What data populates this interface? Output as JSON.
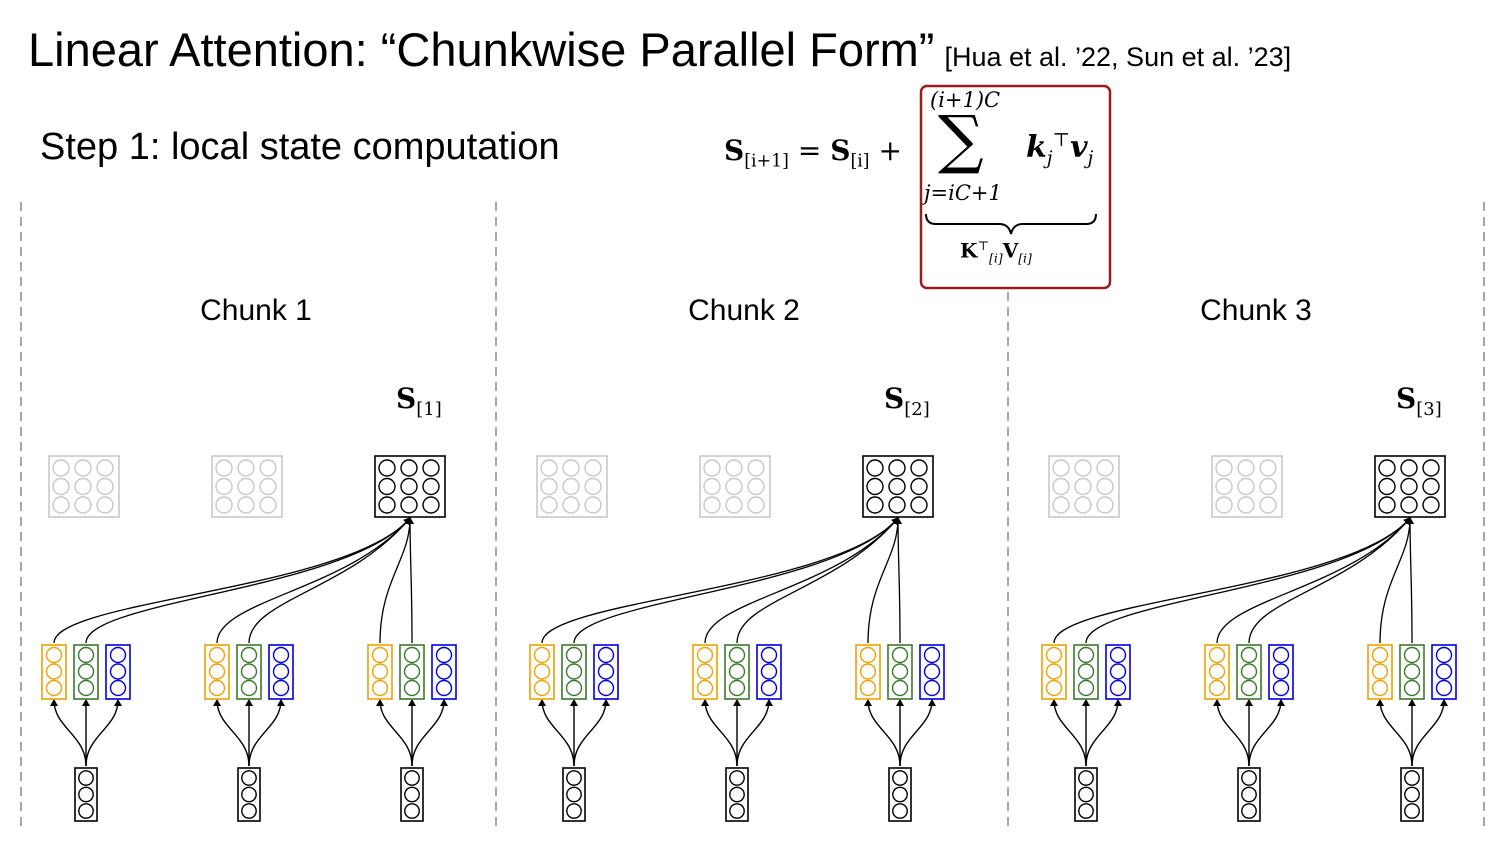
{
  "title": {
    "main": "Linear Attention: “Chunkwise Parallel Form”",
    "citation": "[Hua et al. ’22, Sun et al. ’23]"
  },
  "subtitle": "Step 1: local state computation",
  "equation": {
    "lhs_symbol": "S",
    "lhs_index": "[i+1]",
    "equals": "=",
    "rhs_symbol": "S",
    "rhs_index": "[i]",
    "plus": "+",
    "sum_upper": "(i+1)C",
    "sum_sign": "∑",
    "sum_lower": "j=iC+1",
    "k": "k",
    "j_sub": "j",
    "transpose": "⊤",
    "v": "v",
    "brace_label_K": "K",
    "brace_label_K_index": "[i]",
    "brace_label_V": "V",
    "brace_label_V_index": "[i]",
    "highlight_color": "#9e1b1b"
  },
  "chunks": [
    {
      "label": "Chunk 1",
      "state_symbol": "S",
      "state_index": "[1]"
    },
    {
      "label": "Chunk 2",
      "state_symbol": "S",
      "state_index": "[2]"
    },
    {
      "label": "Chunk 3",
      "state_symbol": "S",
      "state_index": "[3]"
    }
  ],
  "colors": {
    "query": "#f0a000",
    "key": "#3a7a2a",
    "value": "#0000dd",
    "faded_state": "#c8c8c8",
    "divider": "#888888"
  }
}
